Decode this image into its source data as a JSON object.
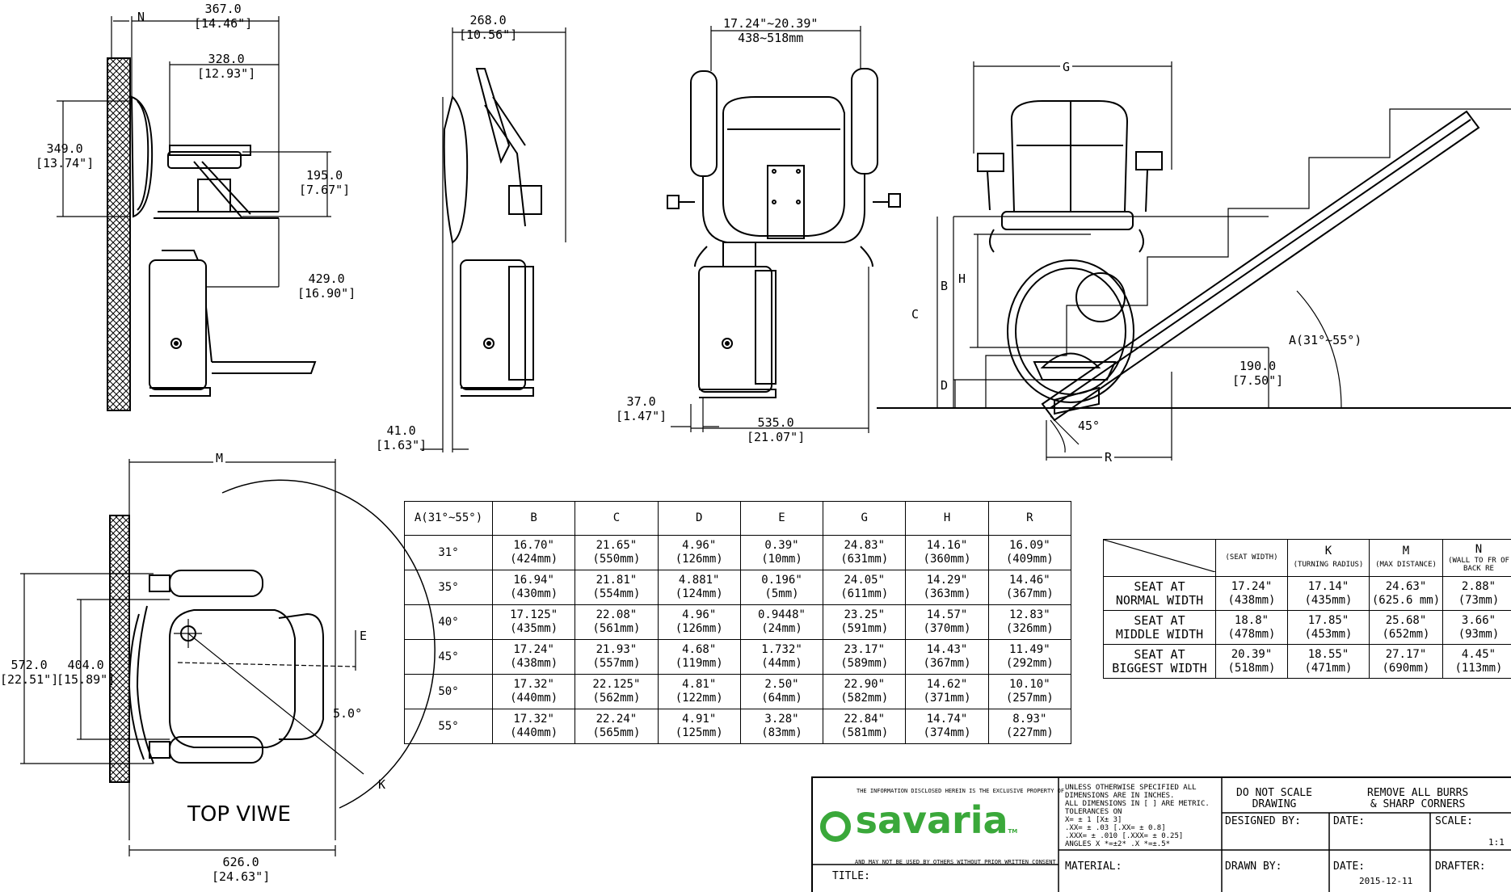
{
  "colors": {
    "logo": "#3aa83a",
    "lines": "#000000"
  },
  "side_view": {
    "dims": [
      {
        "mm": "367.0",
        "in": "[14.46\"]"
      },
      {
        "mm": "328.0",
        "in": "[12.93\"]"
      },
      {
        "mm": "349.0",
        "in": "[13.74\"]"
      },
      {
        "mm": "195.0",
        "in": "[7.67\"]"
      },
      {
        "mm": "429.0",
        "in": "[16.90\"]"
      }
    ],
    "label_n": "N"
  },
  "folded_view": {
    "dims": [
      {
        "mm": "268.0",
        "in": "[10.56\"]"
      },
      {
        "mm": "41.0",
        "in": "[1.63\"]"
      }
    ]
  },
  "front_view": {
    "dims": [
      {
        "mm": "17.24\"~20.39\"",
        "in": "438~518mm"
      },
      {
        "mm": "37.0",
        "in": "[1.47\"]"
      },
      {
        "mm": "535.0",
        "in": "[21.07\"]"
      }
    ]
  },
  "stair_view": {
    "labels": {
      "g": "G",
      "b": "B",
      "h": "H",
      "c": "C",
      "d": "D",
      "r": "R",
      "angle": "A(31°~55°)",
      "angle45": "45°"
    },
    "dim": {
      "mm": "190.0",
      "in": "[7.50\"]"
    }
  },
  "top_view": {
    "title": "TOP VIWE",
    "labels": {
      "m": "M",
      "e": "E",
      "k": "K",
      "angle": "5.0°"
    },
    "dims": [
      {
        "mm": "572.0",
        "in": "[22.51\"]"
      },
      {
        "mm": "404.0",
        "in": "[15.89\"]"
      },
      {
        "mm": "626.0",
        "in": "[24.63\"]"
      }
    ]
  },
  "angle_table": {
    "headers": [
      "A(31°~55°)",
      "B",
      "C",
      "D",
      "E",
      "G",
      "H",
      "R"
    ],
    "rows": [
      {
        "angle": "31°",
        "cells": [
          [
            "16.70\"",
            "(424mm)"
          ],
          [
            "21.65\"",
            "(550mm)"
          ],
          [
            "4.96\"",
            "(126mm)"
          ],
          [
            "0.39\"",
            "(10mm)"
          ],
          [
            "24.83\"",
            "(631mm)"
          ],
          [
            "14.16\"",
            "(360mm)"
          ],
          [
            "16.09\"",
            "(409mm)"
          ]
        ]
      },
      {
        "angle": "35°",
        "cells": [
          [
            "16.94\"",
            "(430mm)"
          ],
          [
            "21.81\"",
            "(554mm)"
          ],
          [
            "4.881\"",
            "(124mm)"
          ],
          [
            "0.196\"",
            "(5mm)"
          ],
          [
            "24.05\"",
            "(611mm)"
          ],
          [
            "14.29\"",
            "(363mm)"
          ],
          [
            "14.46\"",
            "(367mm)"
          ]
        ]
      },
      {
        "angle": "40°",
        "cells": [
          [
            "17.125\"",
            "(435mm)"
          ],
          [
            "22.08\"",
            "(561mm)"
          ],
          [
            "4.96\"",
            "(126mm)"
          ],
          [
            "0.9448\"",
            "(24mm)"
          ],
          [
            "23.25\"",
            "(591mm)"
          ],
          [
            "14.57\"",
            "(370mm)"
          ],
          [
            "12.83\"",
            "(326mm)"
          ]
        ]
      },
      {
        "angle": "45°",
        "cells": [
          [
            "17.24\"",
            "(438mm)"
          ],
          [
            "21.93\"",
            "(557mm)"
          ],
          [
            "4.68\"",
            "(119mm)"
          ],
          [
            "1.732\"",
            "(44mm)"
          ],
          [
            "23.17\"",
            "(589mm)"
          ],
          [
            "14.43\"",
            "(367mm)"
          ],
          [
            "11.49\"",
            "(292mm)"
          ]
        ]
      },
      {
        "angle": "50°",
        "cells": [
          [
            "17.32\"",
            "(440mm)"
          ],
          [
            "22.125\"",
            "(562mm)"
          ],
          [
            "4.81\"",
            "(122mm)"
          ],
          [
            "2.50\"",
            "(64mm)"
          ],
          [
            "22.90\"",
            "(582mm)"
          ],
          [
            "14.62\"",
            "(371mm)"
          ],
          [
            "10.10\"",
            "(257mm)"
          ]
        ]
      },
      {
        "angle": "55°",
        "cells": [
          [
            "17.32\"",
            "(440mm)"
          ],
          [
            "22.24\"",
            "(565mm)"
          ],
          [
            "4.91\"",
            "(125mm)"
          ],
          [
            "3.28\"",
            "(83mm)"
          ],
          [
            "22.84\"",
            "(581mm)"
          ],
          [
            "14.74\"",
            "(374mm)"
          ],
          [
            "8.93\"",
            "(227mm)"
          ]
        ]
      }
    ]
  },
  "seat_table": {
    "headers": [
      {
        "letter": "",
        "desc": "(SEAT WIDTH)"
      },
      {
        "letter": "K",
        "desc": "(TURNING RADIUS)"
      },
      {
        "letter": "M",
        "desc": "(MAX DISTANCE)"
      },
      {
        "letter": "N",
        "desc": "(WALL TO FR OF BACK RE"
      }
    ],
    "rows": [
      {
        "label1": "SEAT AT",
        "label2": "NORMAL WIDTH",
        "cells": [
          [
            "17.24\"",
            "(438mm)"
          ],
          [
            "17.14\"",
            "(435mm)"
          ],
          [
            "24.63\"",
            "(625.6 mm)"
          ],
          [
            "2.88\"",
            "(73mm)"
          ]
        ]
      },
      {
        "label1": "SEAT AT",
        "label2": "MIDDLE WIDTH",
        "cells": [
          [
            "18.8\"",
            "(478mm)"
          ],
          [
            "17.85\"",
            "(453mm)"
          ],
          [
            "25.68\"",
            "(652mm)"
          ],
          [
            "3.66\"",
            "(93mm)"
          ]
        ]
      },
      {
        "label1": "SEAT AT",
        "label2": "BIGGEST WIDTH",
        "cells": [
          [
            "20.39\"",
            "(518mm)"
          ],
          [
            "18.55\"",
            "(471mm)"
          ],
          [
            "27.17\"",
            "(690mm)"
          ],
          [
            "4.45\"",
            "(113mm)"
          ]
        ]
      }
    ]
  },
  "title_block": {
    "property_notice": "THE INFORMATION DISCLOSED HEREIN IS THE EXCLUSIVE PROPERTY OF",
    "logo_text": "savaria",
    "logo_tm": "TM",
    "consent_notice": "AND MAY NOT BE USED BY OTHERS WITHOUT PRIOR WRITTEN CONSENT",
    "title_label": "TITLE:",
    "tolerance_lines": [
      "UNLESS OTHERWISE SPECIFIED ALL",
      "DIMENSIONS ARE IN INCHES.",
      "ALL DIMENSIONS IN [ ] ARE METRIC.",
      "TOLERANCES ON",
      "X= ± 1          [X± 3]",
      ".XX=  ± .03    [.XX= ± 0.8]",
      ".XXX=  ± .010  [.XXX=  ± 0.25]",
      "ANGLES X  *=±2*  .X *=±.5*"
    ],
    "material_label": "MATERIAL:",
    "do_not_scale": [
      "DO NOT SCALE",
      "DRAWING"
    ],
    "remove_burrs": [
      "REMOVE ALL BURRS",
      "& SHARP CORNERS"
    ],
    "designed_by": "DESIGNED BY:",
    "date_label": "DATE:",
    "scale_label": "SCALE:",
    "scale_value": "1:1",
    "drawn_by": "DRAWN BY:",
    "date2_label": "DATE:",
    "date2_value": "2015-12-11",
    "drafter_label": "DRAFTER:"
  }
}
